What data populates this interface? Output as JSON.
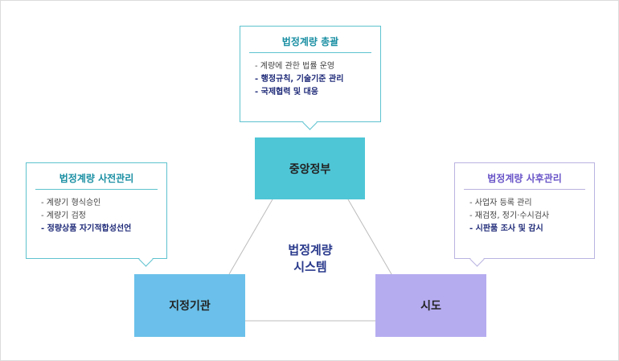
{
  "system": {
    "line1": "법정계량",
    "line2": "시스템"
  },
  "nodes": {
    "top": "중앙정부",
    "left": "지정기관",
    "right": "시도"
  },
  "boxes": {
    "top": {
      "title": "법정계량 총괄",
      "items": [
        "- 계량에 관한 법률 운영",
        "- 행정규칙, 기술기준 관리",
        "- 국제협력 및 대응"
      ]
    },
    "left": {
      "title": "법정계량 사전관리",
      "items": [
        "- 계량기 형식승인",
        "- 계량기 검정",
        "- 정량상품 자기적합성선언"
      ]
    },
    "right": {
      "title": "법정계량 사후관리",
      "items": [
        "- 사업자 등록 관리",
        "- 재검정, 정기·수시검사",
        "- 시판품 조사 및 감시"
      ]
    }
  },
  "colors": {
    "central_node": "#4fc6d6",
    "left_node": "#6ac0ea",
    "right_node": "#b5acf0",
    "emphasis_text": "#1e2a78"
  }
}
